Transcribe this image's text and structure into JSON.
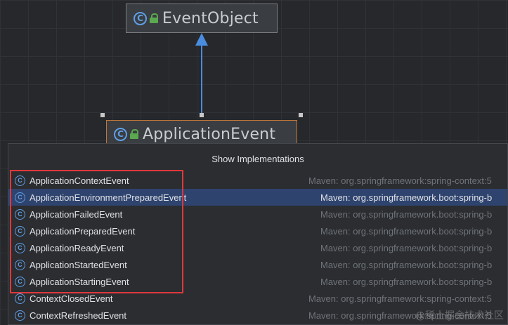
{
  "diagram": {
    "parent_class": "EventObject",
    "child_class": "ApplicationEvent"
  },
  "popup": {
    "title": "Show Implementations",
    "items": [
      {
        "name": "ApplicationContextEvent",
        "source": "Maven: org.springframework:spring-context:5"
      },
      {
        "name": "ApplicationEnvironmentPreparedEvent",
        "source": "Maven: org.springframework.boot:spring-b",
        "selected": true
      },
      {
        "name": "ApplicationFailedEvent",
        "source": "Maven: org.springframework.boot:spring-b"
      },
      {
        "name": "ApplicationPreparedEvent",
        "source": "Maven: org.springframework.boot:spring-b"
      },
      {
        "name": "ApplicationReadyEvent",
        "source": "Maven: org.springframework.boot:spring-b"
      },
      {
        "name": "ApplicationStartedEvent",
        "source": "Maven: org.springframework.boot:spring-b"
      },
      {
        "name": "ApplicationStartingEvent",
        "source": "Maven: org.springframework.boot:spring-b"
      },
      {
        "name": "ContextClosedEvent",
        "source": "Maven: org.springframework:spring-context:5"
      },
      {
        "name": "ContextRefreshedEvent",
        "source": "Maven: org.springframework:spring-context:5"
      }
    ]
  },
  "icons": {
    "class_icon_glyph": "C",
    "class_icon": "class-c-icon",
    "visibility_icon": "public-lock-icon"
  },
  "watermark": "@稀土掘金技术社区",
  "colors": {
    "background": "#26282b",
    "selection": "#2e436e",
    "accent_blue": "#4a8ce0",
    "highlight_red": "#e0393e",
    "node_border_selected": "#c0763a"
  }
}
